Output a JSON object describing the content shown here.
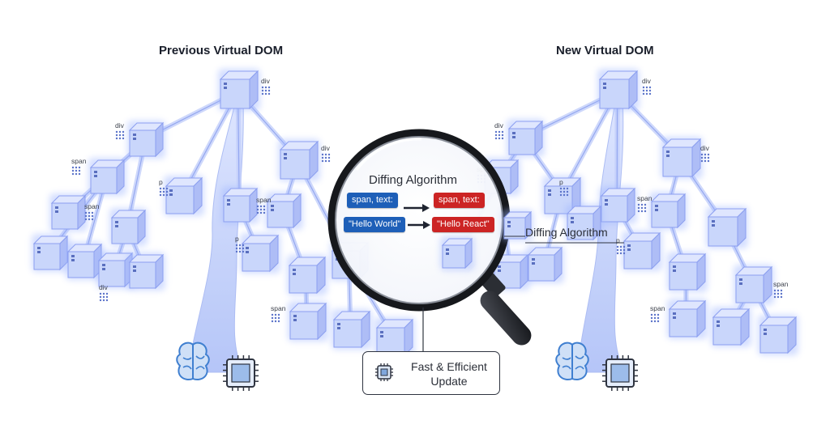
{
  "titles": {
    "previous": "Previous Virtual DOM",
    "new": "New Virtual DOM"
  },
  "lens": {
    "title": "Diffing Algorithm",
    "before": {
      "tag": "span, text:",
      "value": "\"Hello World\""
    },
    "after": {
      "tag": "span, text:",
      "value": "\"Hello React\""
    }
  },
  "callout": {
    "label": "Diffing Algorithm"
  },
  "update_box": {
    "line1": "Fast & Efficient",
    "line2": "Update"
  },
  "left_tree": {
    "node_labels": [
      "div",
      "div",
      "span",
      "span",
      "div",
      "p",
      "span",
      "p",
      "span",
      "div"
    ]
  },
  "right_tree": {
    "node_labels": [
      "div",
      "div",
      "div",
      "span",
      "p",
      "span",
      "span",
      "span",
      "p"
    ]
  },
  "icons": [
    "brain-icon",
    "chip-icon",
    "magnifying-glass-icon"
  ],
  "colors": {
    "node_fill": "#c9d6fb",
    "node_stroke": "#8c9ff0",
    "glow": "#9fb6ff",
    "trunk": "#b8c8fb",
    "before_pill": "#1e5fb8",
    "after_pill": "#cc2424",
    "brain": "#3f7fd0"
  }
}
